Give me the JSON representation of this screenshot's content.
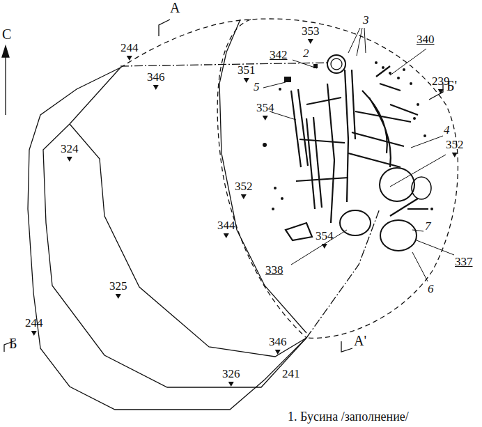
{
  "diagram": {
    "caption": "1. Бусина /заполнение/",
    "labels": [
      "С",
      "А",
      "244",
      "353",
      "3",
      "342",
      "2",
      "340",
      "351",
      "346",
      "239",
      "Б'",
      "5",
      "354",
      "4",
      "352",
      "324",
      "352",
      "344",
      "354",
      "338",
      "337",
      "7",
      "6",
      "325",
      "244",
      "Б",
      "А'",
      "346",
      "326",
      "241"
    ]
  }
}
